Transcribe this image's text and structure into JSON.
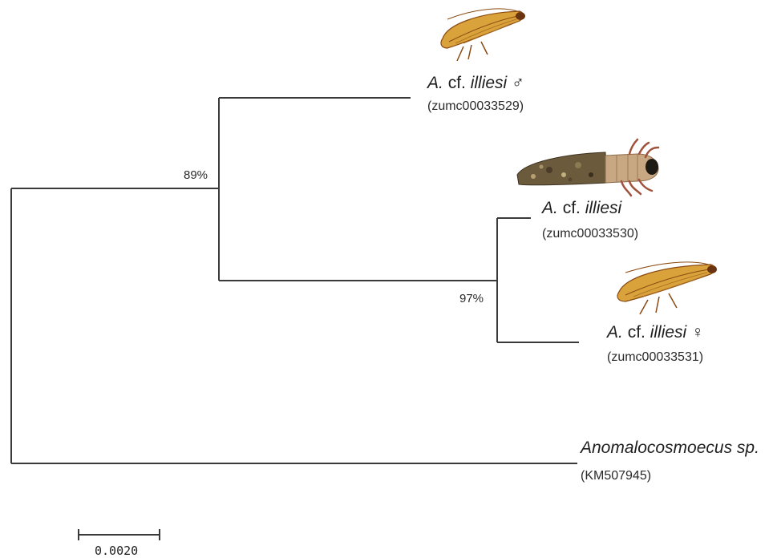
{
  "tree": {
    "branch_color": "#3a3a3a",
    "support_values": {
      "node_a": "89%",
      "node_b": "97%"
    },
    "taxa": [
      {
        "genus": "A.",
        "cf": "cf.",
        "species": "illiesi",
        "sex": "♂",
        "voucher": "(zumc00033529)",
        "image": "adult-caddisfly-male"
      },
      {
        "genus": "A.",
        "cf": "cf.",
        "species": "illiesi",
        "sex": "",
        "voucher": "(zumc00033530)",
        "image": "larva-in-case"
      },
      {
        "genus": "A.",
        "cf": "cf.",
        "species": "illiesi",
        "sex": "♀",
        "voucher": "(zumc00033531)",
        "image": "adult-caddisfly-female"
      },
      {
        "genus": "",
        "cf": "",
        "species": "Anomalocosmoecus sp.",
        "sex": "",
        "voucher": "(KM507945)",
        "image": ""
      }
    ],
    "scale_bar": {
      "label": "0.0020",
      "value": 0.002
    },
    "colors": {
      "wing": "#d9a23a",
      "wing_dark": "#8a4a12",
      "case": "#6b5a3c",
      "larva": "#c8a882",
      "larva_legs": "#a0523a"
    }
  }
}
